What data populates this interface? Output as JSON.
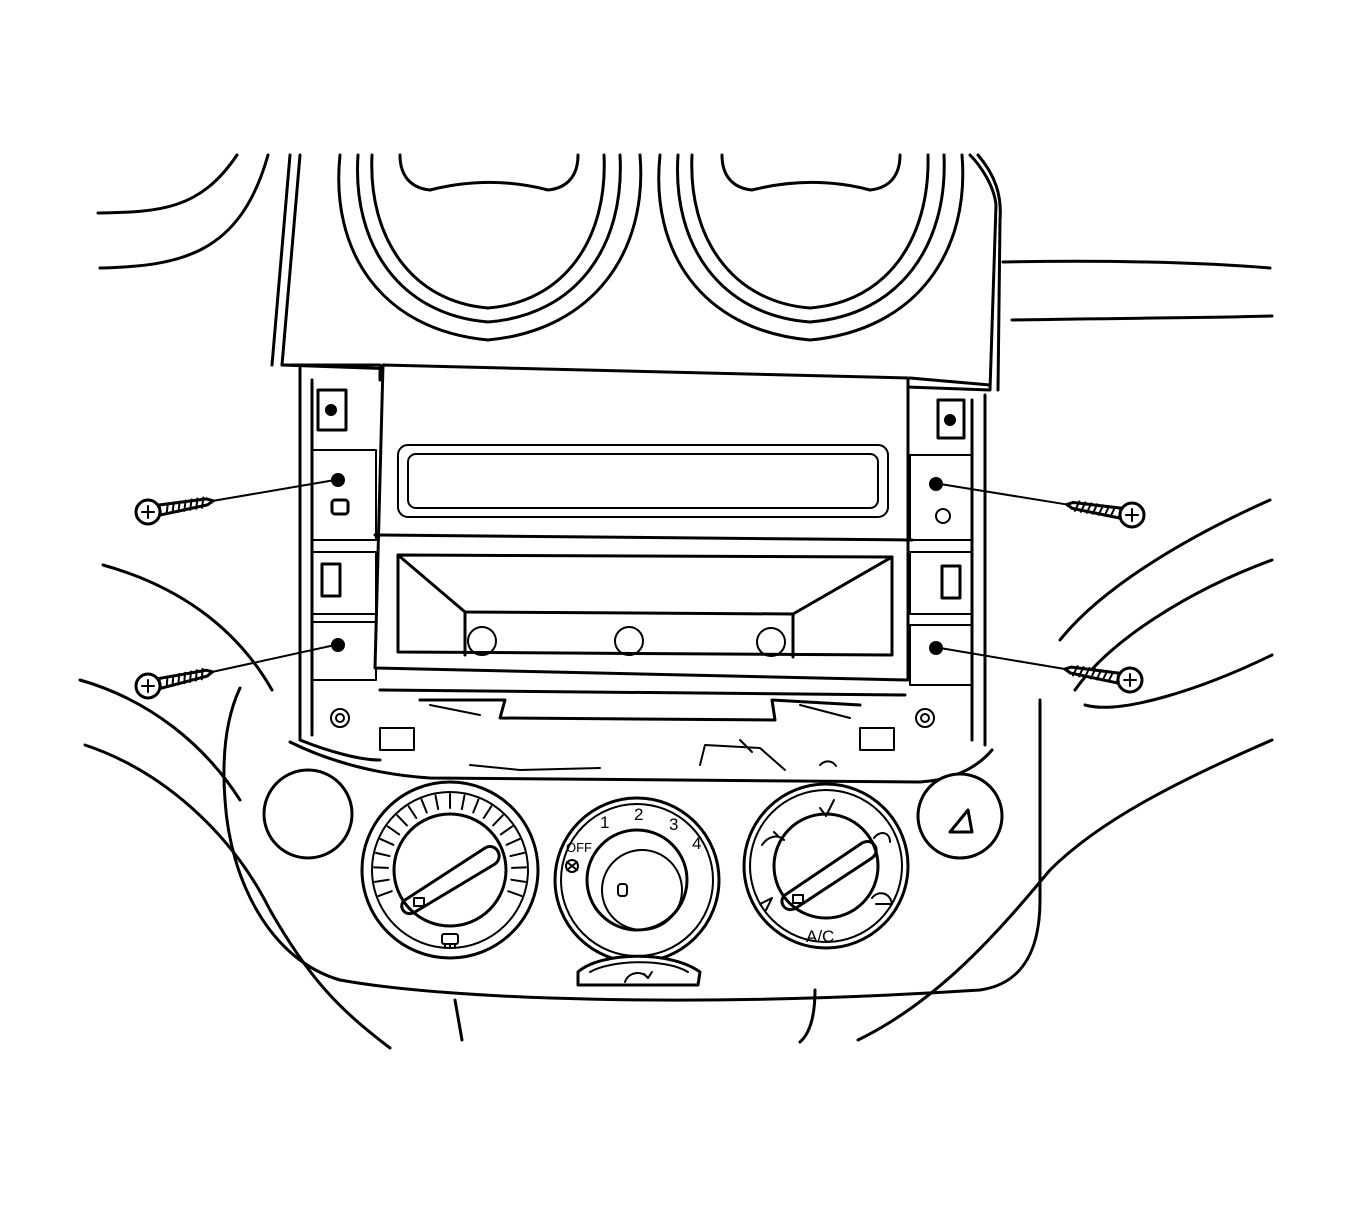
{
  "fan_knob": {
    "off_label": "OFF",
    "speeds": [
      "1",
      "2",
      "3",
      "4"
    ]
  },
  "mode_knob": {
    "ac_label": "A/C"
  },
  "screws": [
    "upper-left",
    "lower-left",
    "upper-right",
    "lower-right"
  ],
  "icons": {
    "temperature_knob": "rear-defrost-icon",
    "fan_knob": "fan-icon",
    "recirc_lever": "recirculation-icon",
    "hazard_button": "hazard-triangle-icon"
  }
}
